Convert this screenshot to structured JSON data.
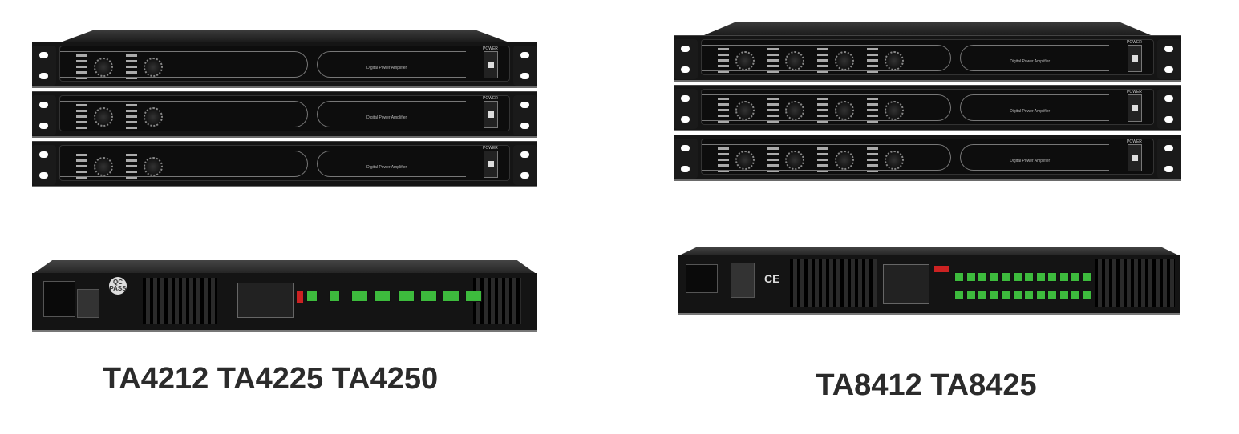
{
  "left_product": {
    "caption": "TA4212 TA4225 TA4250",
    "front_panel": {
      "power_label": "POWER",
      "model_text": "Digital Power Amplifier",
      "channels": 2
    },
    "rear_panel": {
      "badge": "QC PASS"
    }
  },
  "right_product": {
    "caption": "TA8412 TA8425",
    "front_panel": {
      "power_label": "POWER",
      "model_text": "Digital Power Amplifier",
      "channels": 4
    },
    "rear_panel": {
      "mark": "CE"
    }
  }
}
